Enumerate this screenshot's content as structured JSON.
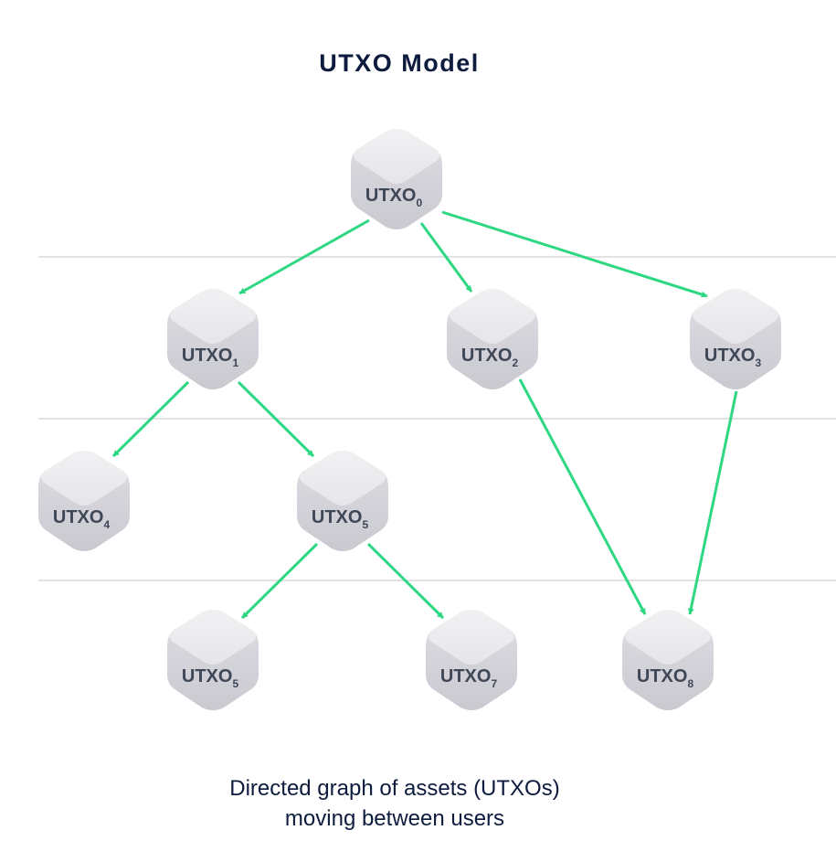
{
  "title": "UTXO Model",
  "caption": {
    "line1": "Directed graph of assets (UTXOs)",
    "line2": "moving between users"
  },
  "colors": {
    "arrow": "#2ed882",
    "divider": "#e2e2e2",
    "node_top": "#ececef",
    "node_side": "#d0d0d6",
    "text": "#0d1b3e"
  },
  "nodes": [
    {
      "id": "n0",
      "base": "UTXO",
      "sub": "0"
    },
    {
      "id": "n1",
      "base": "UTXO",
      "sub": "1"
    },
    {
      "id": "n2",
      "base": "UTXO",
      "sub": "2"
    },
    {
      "id": "n3",
      "base": "UTXO",
      "sub": "3"
    },
    {
      "id": "n4",
      "base": "UTXO",
      "sub": "4"
    },
    {
      "id": "n5",
      "base": "UTXO",
      "sub": "5"
    },
    {
      "id": "n6",
      "base": "UTXO",
      "sub": "5"
    },
    {
      "id": "n7",
      "base": "UTXO",
      "sub": "7"
    },
    {
      "id": "n8",
      "base": "UTXO",
      "sub": "8"
    }
  ],
  "edges": [
    {
      "from": "n0",
      "to": "n1"
    },
    {
      "from": "n0",
      "to": "n2"
    },
    {
      "from": "n0",
      "to": "n3"
    },
    {
      "from": "n1",
      "to": "n4"
    },
    {
      "from": "n1",
      "to": "n5"
    },
    {
      "from": "n5",
      "to": "n6"
    },
    {
      "from": "n5",
      "to": "n7"
    },
    {
      "from": "n2",
      "to": "n8"
    },
    {
      "from": "n3",
      "to": "n8"
    }
  ]
}
